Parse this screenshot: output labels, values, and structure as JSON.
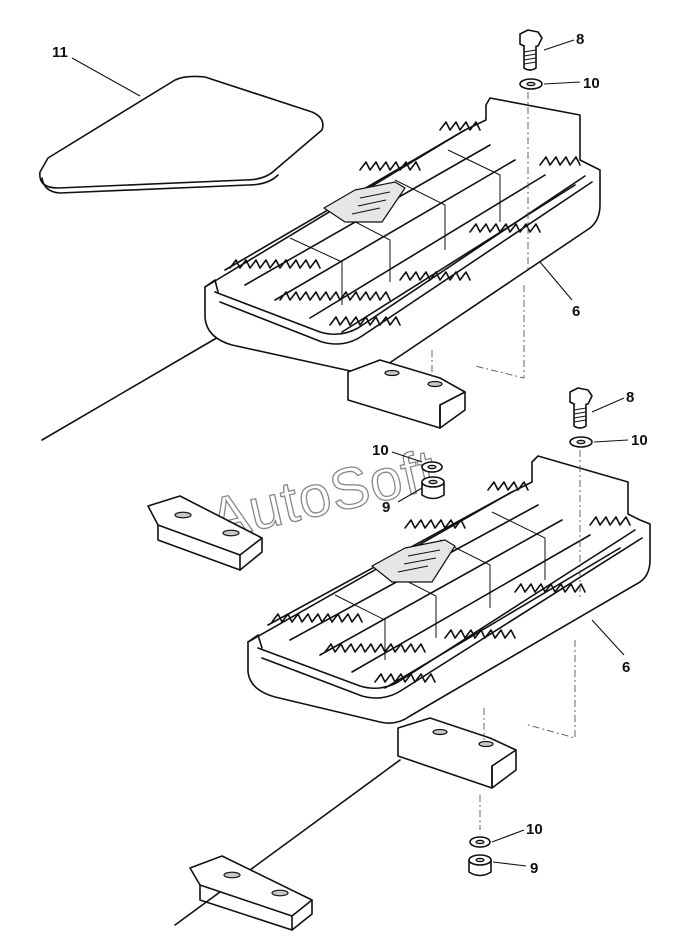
{
  "watermark": "AutoSoft",
  "callouts": {
    "c11": "11",
    "c8_top": "8",
    "c10_top": "10",
    "c6_top": "6",
    "c10_mid_left": "10",
    "c9_mid": "9",
    "c8_mid": "8",
    "c10_mid_right": "10",
    "c6_bottom": "6",
    "c10_bottom": "10",
    "c9_bottom": "9"
  }
}
